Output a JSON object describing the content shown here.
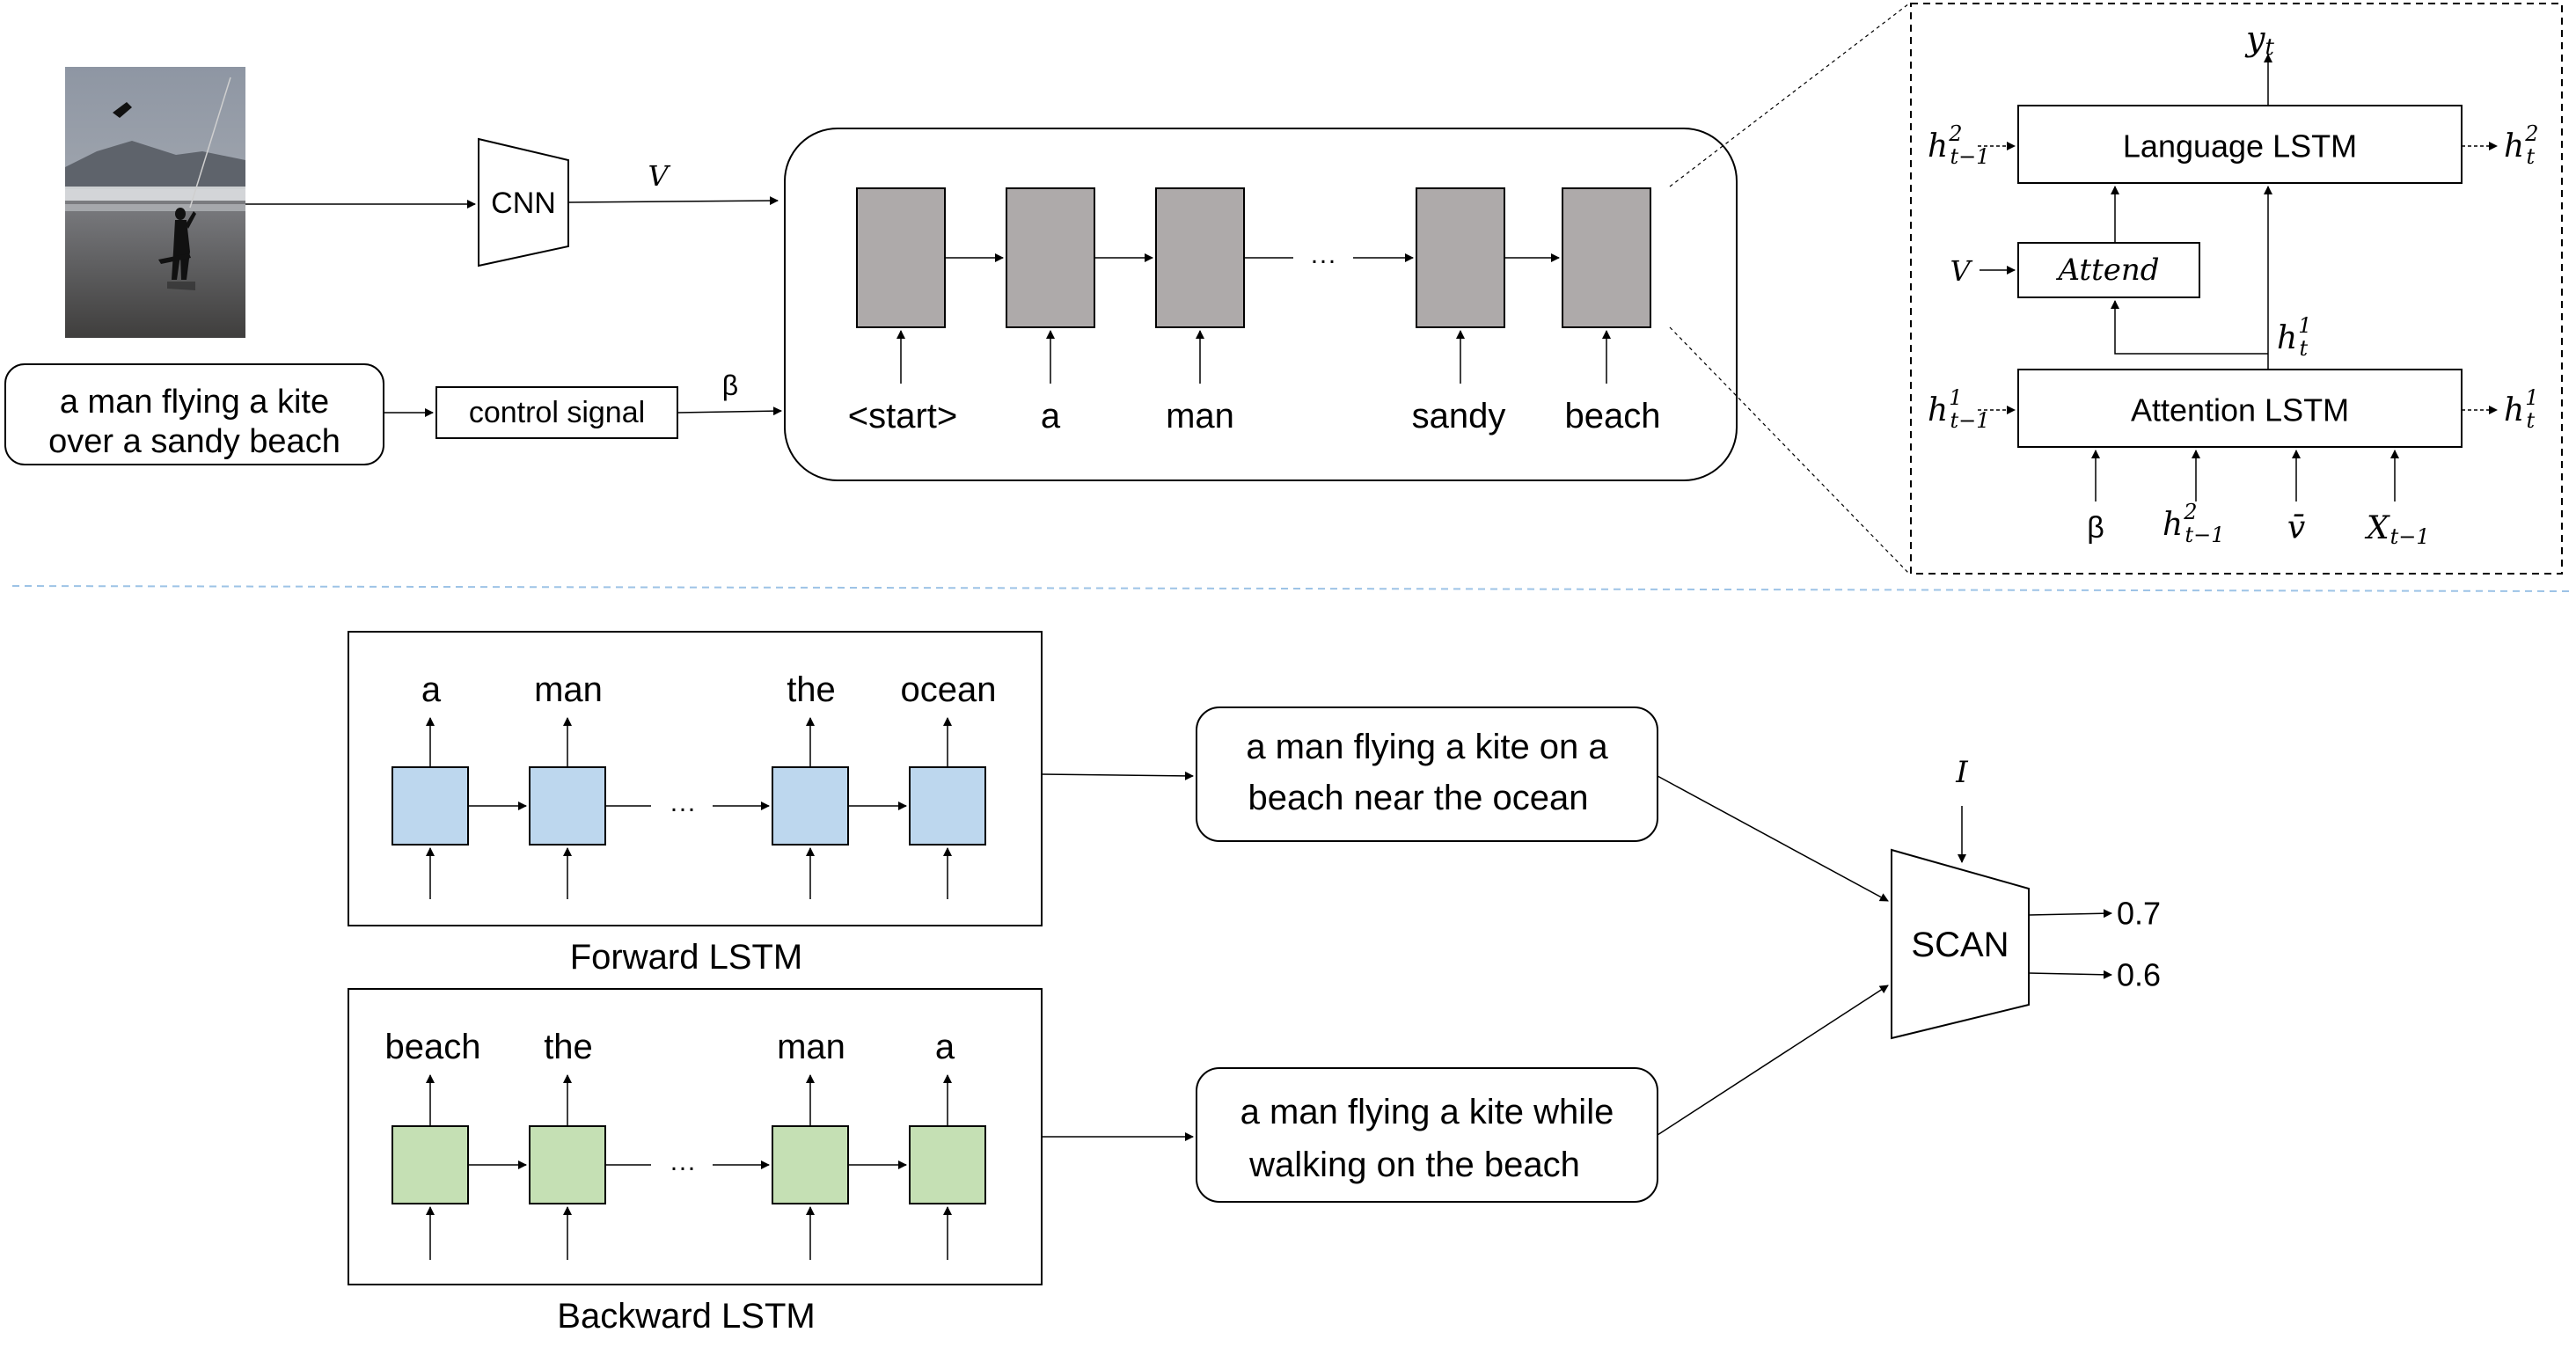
{
  "top": {
    "caption": "a man flying a kite over a sandy beach",
    "caption_lines": [
      "a man flying a kite",
      "over a sandy beach"
    ],
    "cnn_label": "CNN",
    "v_label": "V",
    "control_label": "control signal",
    "beta_label": "β",
    "tokens": [
      "<start>",
      "a",
      "man",
      "sandy",
      "beach"
    ],
    "ellipsis": "···"
  },
  "detail": {
    "y_out": {
      "base": "y",
      "sub": "t"
    },
    "language_lstm": "Language LSTM",
    "attend": "Attend",
    "attention_lstm": "Attention LSTM",
    "v_label": "V",
    "h2_prev": {
      "base": "h",
      "sup": "2",
      "sub": "t−1"
    },
    "h2_out": {
      "base": "h",
      "sup": "2",
      "sub": "t"
    },
    "h1_prev": {
      "base": "h",
      "sup": "1",
      "sub": "t−1"
    },
    "h1_out": {
      "base": "h",
      "sup": "1",
      "sub": "t"
    },
    "h1_mid": {
      "base": "h",
      "sup": "1",
      "sub": "t"
    },
    "inputs": {
      "beta": "β",
      "h2": {
        "base": "h",
        "sup": "2",
        "sub": "t−1"
      },
      "vbar": "v̄",
      "x": {
        "base": "X",
        "sub": "t−1"
      }
    }
  },
  "bottom": {
    "forward": {
      "label": "Forward LSTM",
      "words": [
        "a",
        "man",
        "the",
        "ocean"
      ],
      "caption_lines": [
        "a man flying a kite on a",
        "beach near the ocean"
      ],
      "color": "#bdd7ee"
    },
    "backward": {
      "label": "Backward LSTM",
      "words": [
        "beach",
        "the",
        "man",
        "a"
      ],
      "caption_lines": [
        "a man flying a kite while",
        "walking on the beach"
      ],
      "color": "#c5e0b4"
    },
    "ellipsis": "···",
    "scan_label": "SCAN",
    "i_label": "I",
    "scores": [
      "0.7",
      "0.6"
    ]
  },
  "colors": {
    "cell_gray": "#aeaaaa",
    "divider": "#9dc3e6"
  }
}
